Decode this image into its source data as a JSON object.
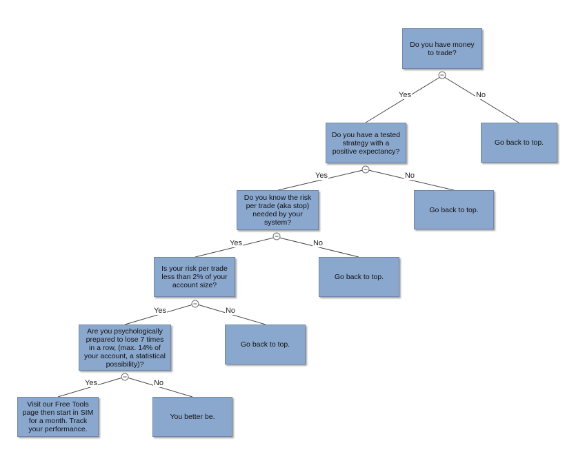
{
  "nodes": {
    "q1": "Do you have money to trade?",
    "q2": "Do you have a tested strategy with a positive expectancy?",
    "q3": "Do you know the risk per trade (aka stop) needed by your system?",
    "q4": "Is your risk per trade less than 2% of your account size?",
    "q5": "Are you psychologically prepared to lose 7 times in a row, (max. 14% of your account, a statistical possibility)?",
    "no1": "Go back to top.",
    "no2": "Go back to top.",
    "no3": "Go back to top.",
    "no4": "Go back to top.",
    "final_yes": "Visit our Free Tools page then start in SIM for a month. Track your performance.",
    "final_no": "You better be."
  },
  "edge_labels": {
    "yes": "Yes",
    "no": "No"
  },
  "colors": {
    "node_fill": "#8aa7cd",
    "node_border": "#6e86a8",
    "edge": "#444444"
  },
  "icons": {
    "collapse": "minus-circle-icon"
  }
}
